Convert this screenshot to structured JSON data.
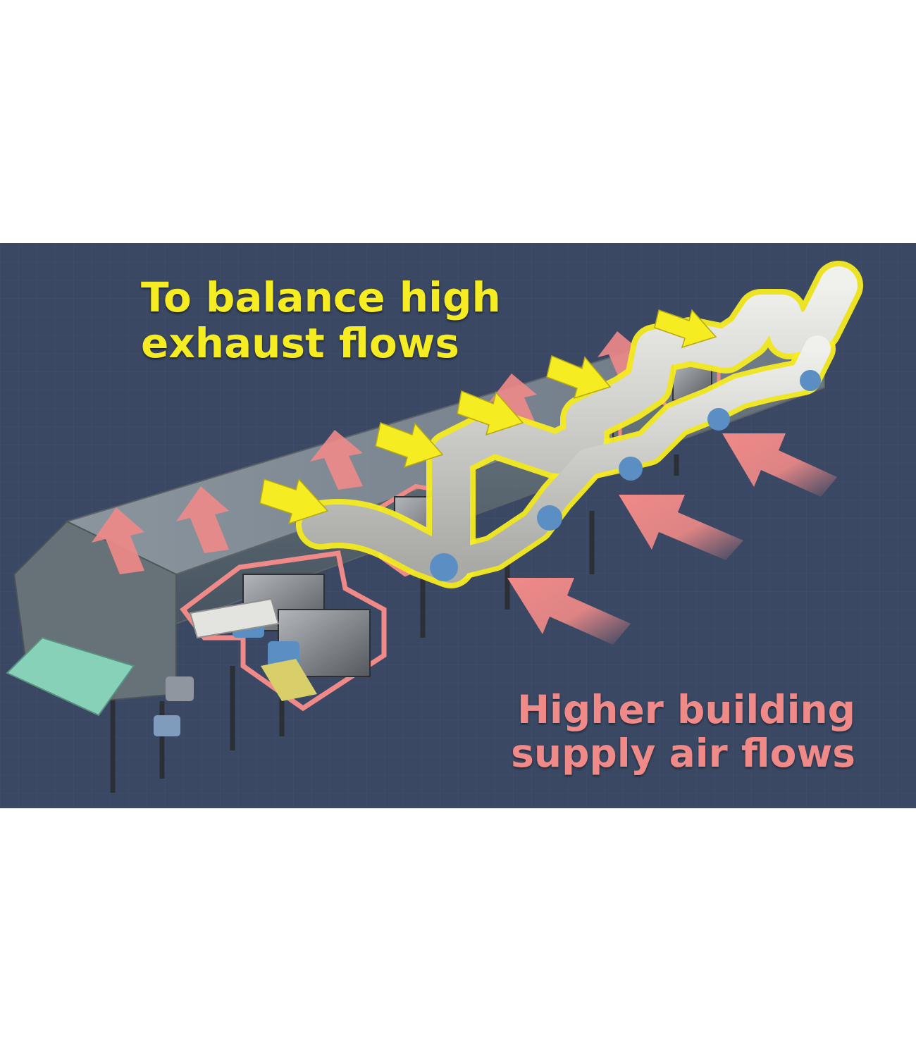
{
  "captions": {
    "exhaust": {
      "lines": [
        "To balance high",
        "exhaust flows"
      ],
      "color": "#f5ec22"
    },
    "supply": {
      "lines": [
        "Higher building",
        "supply air flows"
      ],
      "color": "#f08a88"
    }
  },
  "colors": {
    "background": "#3a4863",
    "exhaust_highlight": "#f5ec22",
    "supply_highlight": "#f08a88",
    "duct": "#d8d8d4",
    "fan_motor": "#5b8fc4",
    "enclosure": "#8e9399"
  },
  "icons": {
    "exhaust_arrow": "yellow-arrow-icon",
    "supply_arrow": "pink-arrow-icon"
  }
}
